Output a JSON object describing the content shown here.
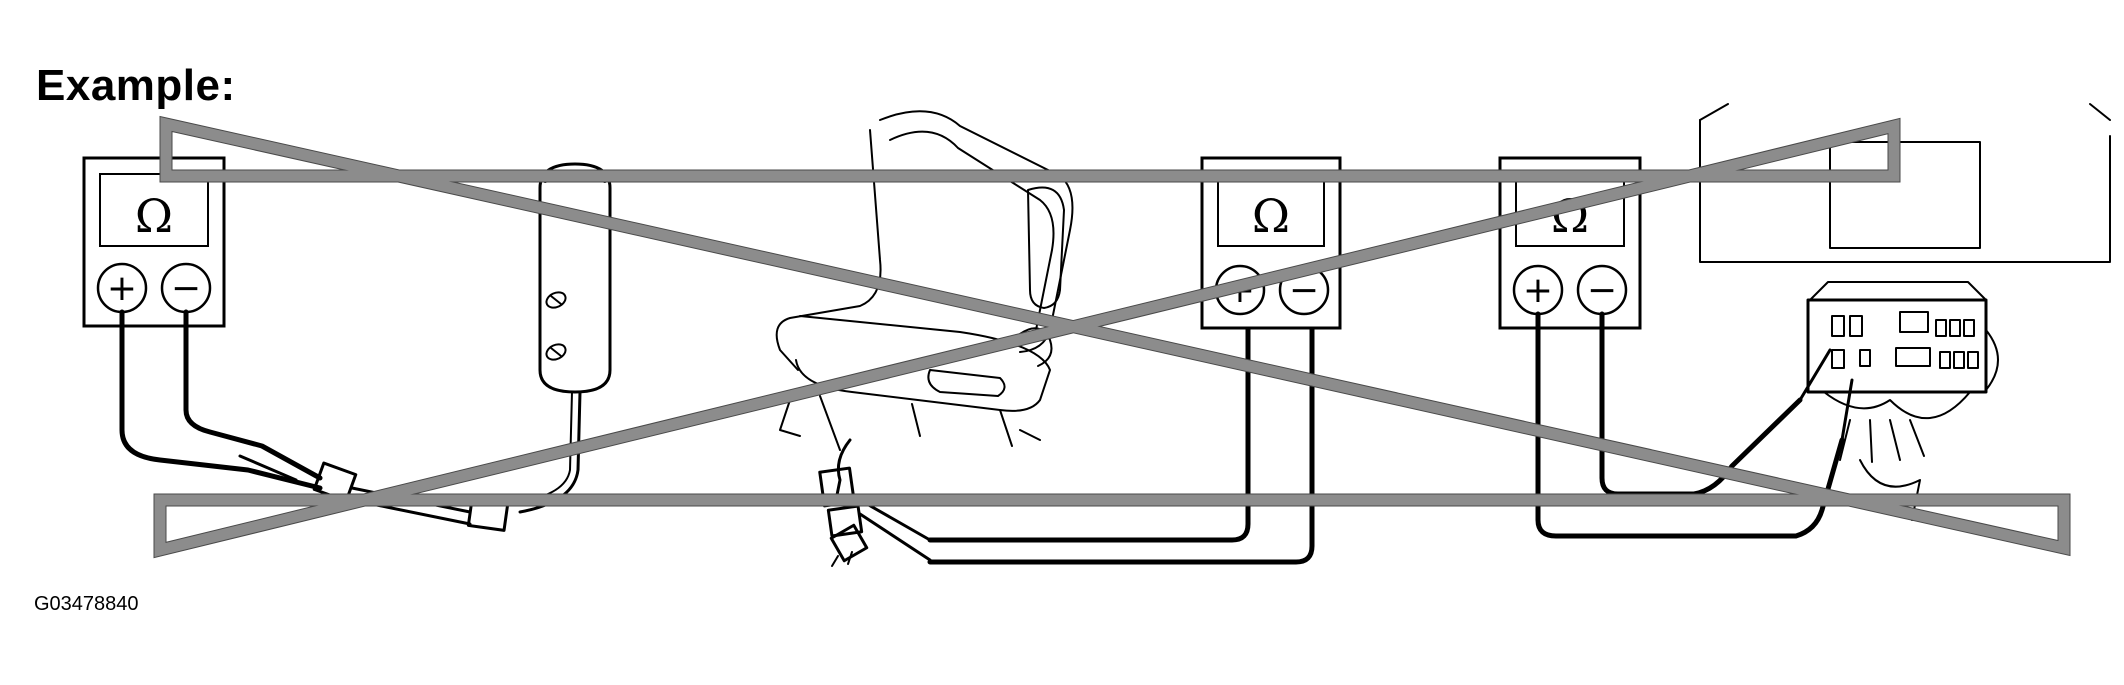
{
  "title": "Example:",
  "figure_code": "G03478840",
  "meters": [
    {
      "symbol": "Ω",
      "plus": "+",
      "minus": "−"
    },
    {
      "symbol": "Ω",
      "plus": "+",
      "minus": "−"
    },
    {
      "symbol": "Ω",
      "plus": "+",
      "minus": "−"
    }
  ],
  "colors": {
    "line": "#000000",
    "cross_mark": "#8c8c8c",
    "background": "#ffffff"
  },
  "icons": [
    "ohmmeter-icon",
    "pendant-switch-icon",
    "seat-icon",
    "ecu-box-icon",
    "connector-icon",
    "cross-out-mark-icon"
  ]
}
